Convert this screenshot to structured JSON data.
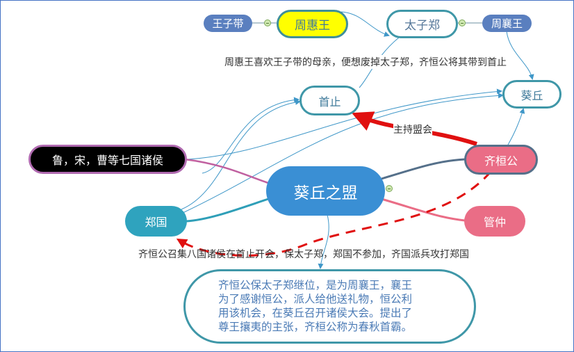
{
  "colors": {
    "teal": "#3f97a8",
    "blue_node": "#5a7fbf",
    "center": "#3a8fd4",
    "pink": "#ea6d86",
    "black": "#000000",
    "yellow": "#ffff00",
    "red": "#e01010"
  },
  "nodes": {
    "wangzidai": "王子带",
    "zhouhuiwang": "周惠王",
    "taizizheng": "太子郑",
    "zhouxiangwang": "周襄王",
    "shouzhi": "首止",
    "kuiqiu": "葵丘",
    "luSongCao": "鲁，宋，曹等七国诸侯",
    "qihuangong": "齐桓公",
    "center": "葵丘之盟",
    "zhengguo": "郑国",
    "guanzhong": "管仲"
  },
  "labels": {
    "top_note": "周惠王喜欢王子带的母亲，便想废掉太子郑，齐恒公将其带到首止",
    "host": "主持盟会",
    "middle_note": "齐恒公召集八国诸侯在首止开会，保太子郑，郑国不参加，齐国派兵攻打郑国"
  },
  "summary": [
    "齐恒公保太子郑继位，是为周襄王，襄王",
    "为了感谢恒公，派人给他送礼物，恒公利",
    "用该机会，在葵丘召开诸侯大会。提出了",
    "尊王攘夷的主张，齐桓公称为春秋首霸。"
  ]
}
